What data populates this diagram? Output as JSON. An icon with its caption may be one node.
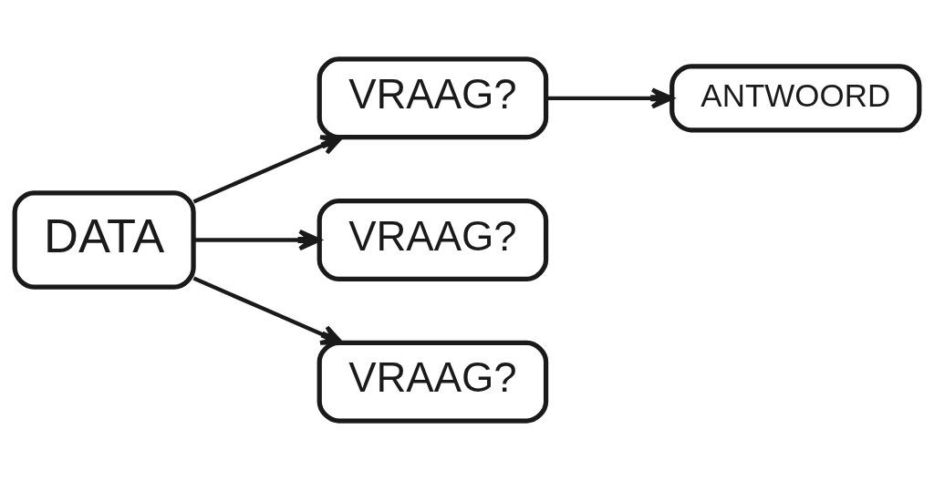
{
  "diagram": {
    "nodes": [
      {
        "text": [
          "DATA"
        ]
      },
      {
        "text": [
          "VRAAG?"
        ]
      },
      {
        "text": [
          "VRAAG?"
        ]
      },
      {
        "text": [
          "VRAAG?"
        ]
      },
      {
        "text": [
          "ANTWOORD"
        ]
      }
    ],
    "edges": [
      {
        "from": 0,
        "to": 1,
        "arrow": "to"
      },
      {
        "from": 0,
        "to": 2,
        "arrow": "to"
      },
      {
        "from": 0,
        "to": 3,
        "arrow": "to"
      },
      {
        "from": 1,
        "to": 4,
        "arrow": "to"
      }
    ]
  }
}
